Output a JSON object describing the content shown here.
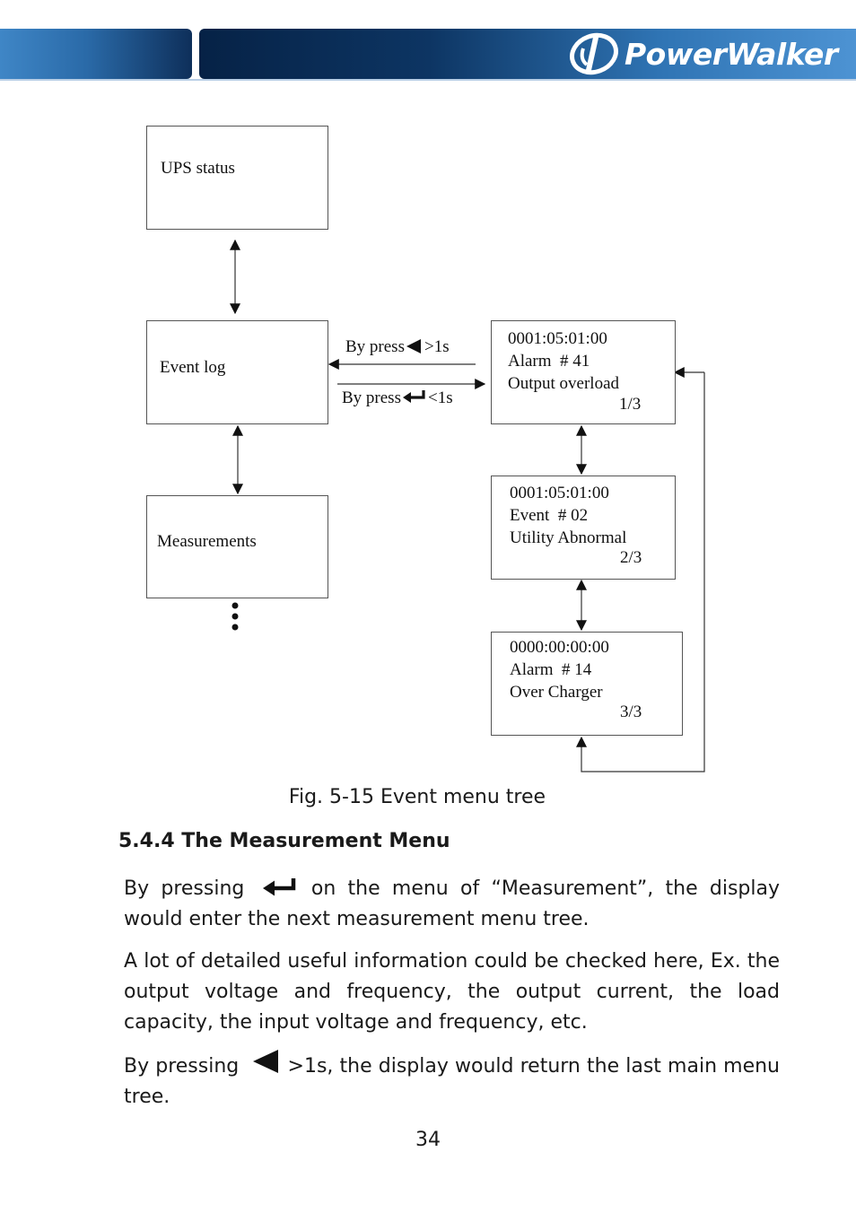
{
  "header": {
    "brand": "PowerWalker",
    "colors": {
      "dark": "#062246",
      "mid": "#2f74b4",
      "light": "#4d93d3"
    }
  },
  "diagram": {
    "ups_status": "UPS status",
    "event_log": "Event log",
    "measurements": "Measurements",
    "arrow_top_label_prefix": "By press",
    "arrow_top_label_suffix": ">1s",
    "arrow_bottom_label_prefix": "By press",
    "arrow_bottom_label_suffix": "<1s",
    "events": [
      {
        "time": "0001:05:01:00",
        "type": "Alarm  # 41",
        "desc": "Output overload",
        "page": "1/3"
      },
      {
        "time": "0001:05:01:00",
        "type": "Event  # 02",
        "desc": "Utility Abnormal",
        "page": "2/3"
      },
      {
        "time": "0000:00:00:00",
        "type": "Alarm  # 14",
        "desc": "Over Charger",
        "page": "3/3"
      }
    ],
    "icons": [
      "left-triangle-icon",
      "enter-key-icon",
      "vertical-ellipsis-icon"
    ]
  },
  "caption": "Fig. 5-15 Event menu tree",
  "section_heading": "5.4.4 The Measurement Menu",
  "paragraphs": {
    "p1_before": "By pressing",
    "p1_after": " on the menu of “Measurement”, the display would enter the next measurement menu tree.",
    "p2": "A lot of detailed useful information could be checked here, Ex. the output voltage and frequency, the output current, the load capacity, the input voltage and frequency, etc.",
    "p3_before": "By pressing",
    "p3_after": " >1s, the display would return the last main menu tree."
  },
  "page_number": "34"
}
